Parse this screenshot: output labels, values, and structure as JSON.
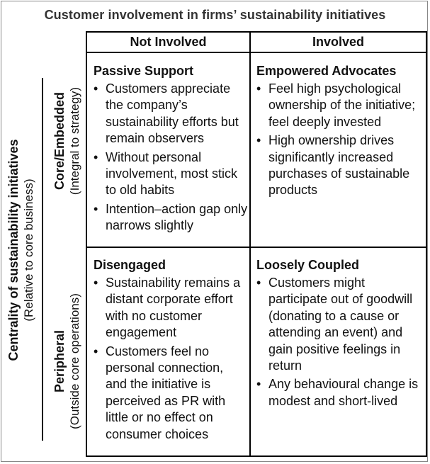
{
  "title": "Customer involvement in firms’ sustainability initiatives",
  "columns": [
    {
      "label": "Not Involved"
    },
    {
      "label": "Involved"
    }
  ],
  "axis": {
    "title": "Centrality of sustainability initiatives",
    "subtitle": "(Relative to core business)"
  },
  "rows": [
    {
      "title": "Core/Embedded",
      "subtitle": "(Integral to strategy)"
    },
    {
      "title": "Peripheral",
      "subtitle": "(Outside core operations)"
    }
  ],
  "cells": {
    "passive": {
      "heading": "Passive Support",
      "bullets": [
        "Customers appreciate the company’s sustainability efforts but remain observers",
        "Without personal involvement, most stick to old habits",
        "Intention–action gap only narrows slightly"
      ]
    },
    "empowered": {
      "heading": "Empowered Advocates",
      "bullets": [
        "Feel high psychological ownership of the initiative; feel deeply invested",
        "High ownership drives significantly increased purchases of sustainable products"
      ]
    },
    "disengaged": {
      "heading": "Disengaged",
      "bullets": [
        "Sustainability remains a distant corporate effort with no customer engagement",
        "Customers feel no personal connection, and the initiative is perceived as PR with little or no effect on consumer choices"
      ]
    },
    "loosely": {
      "heading": "Loosely Coupled",
      "bullets": [
        "Customers might participate out of goodwill (donating to a cause or attending an event) and gain positive feelings in return",
        "Any behavioural change is modest and short-lived"
      ]
    }
  }
}
